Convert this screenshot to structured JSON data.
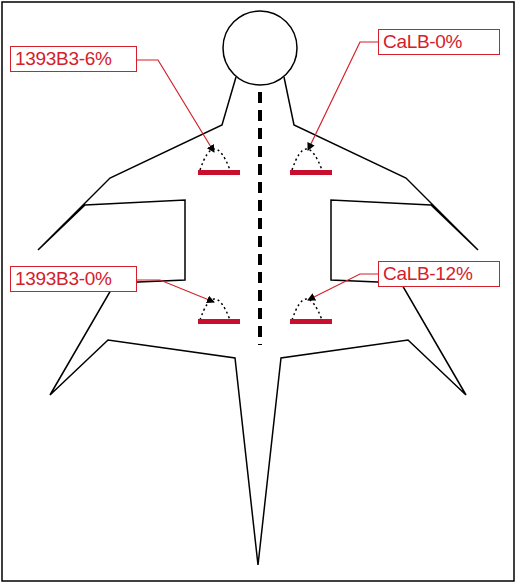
{
  "diagram": {
    "nodes": [
      {
        "text": [
          "1393B3-6%"
        ]
      },
      {
        "text": [
          "CaLB-0%"
        ]
      },
      {
        "text": [
          "1393B3-0%"
        ]
      },
      {
        "text": [
          "CaLB-12%"
        ]
      }
    ]
  }
}
